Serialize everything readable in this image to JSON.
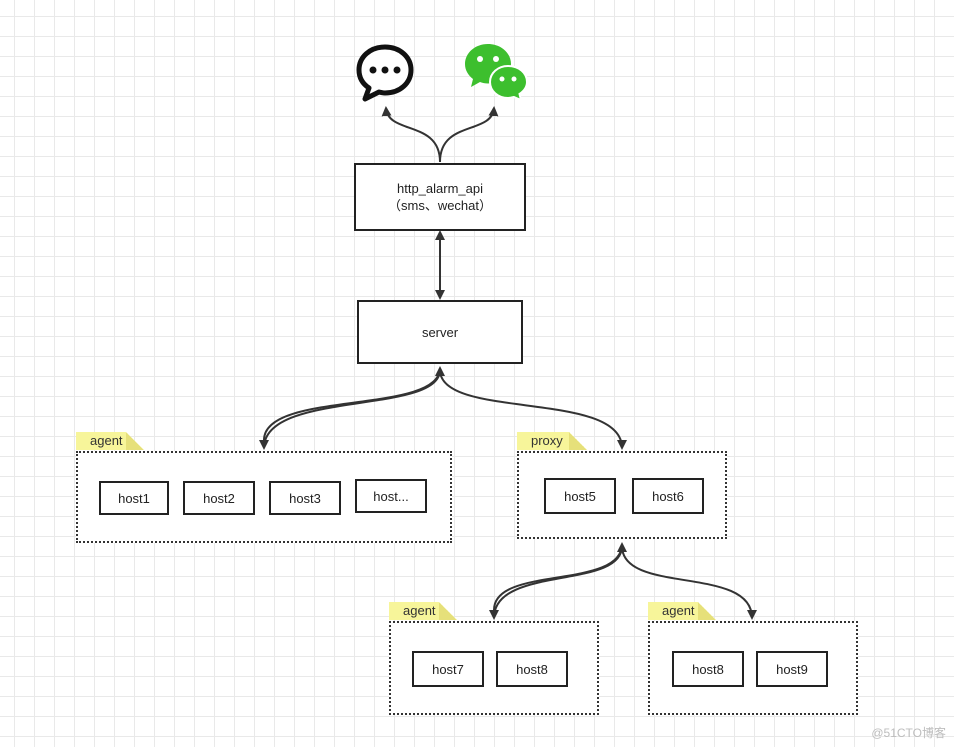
{
  "api_box": {
    "line1": "http_alarm_api",
    "line2": "（sms、wechat）"
  },
  "server_box": {
    "label": "server"
  },
  "groups": {
    "agent_main": {
      "tag": "agent",
      "hosts": [
        "host1",
        "host2",
        "host3",
        "host..."
      ]
    },
    "proxy": {
      "tag": "proxy",
      "hosts": [
        "host5",
        "host6"
      ]
    },
    "agent_left": {
      "tag": "agent",
      "hosts": [
        "host7",
        "host8"
      ]
    },
    "agent_right": {
      "tag": "agent",
      "hosts": [
        "host8",
        "host9"
      ]
    }
  },
  "icons": {
    "sms": "sms-chat-bubble-icon",
    "wechat": "wechat-icon",
    "wechat_color": "#3dbf2e"
  },
  "watermark": "@51CTO博客"
}
